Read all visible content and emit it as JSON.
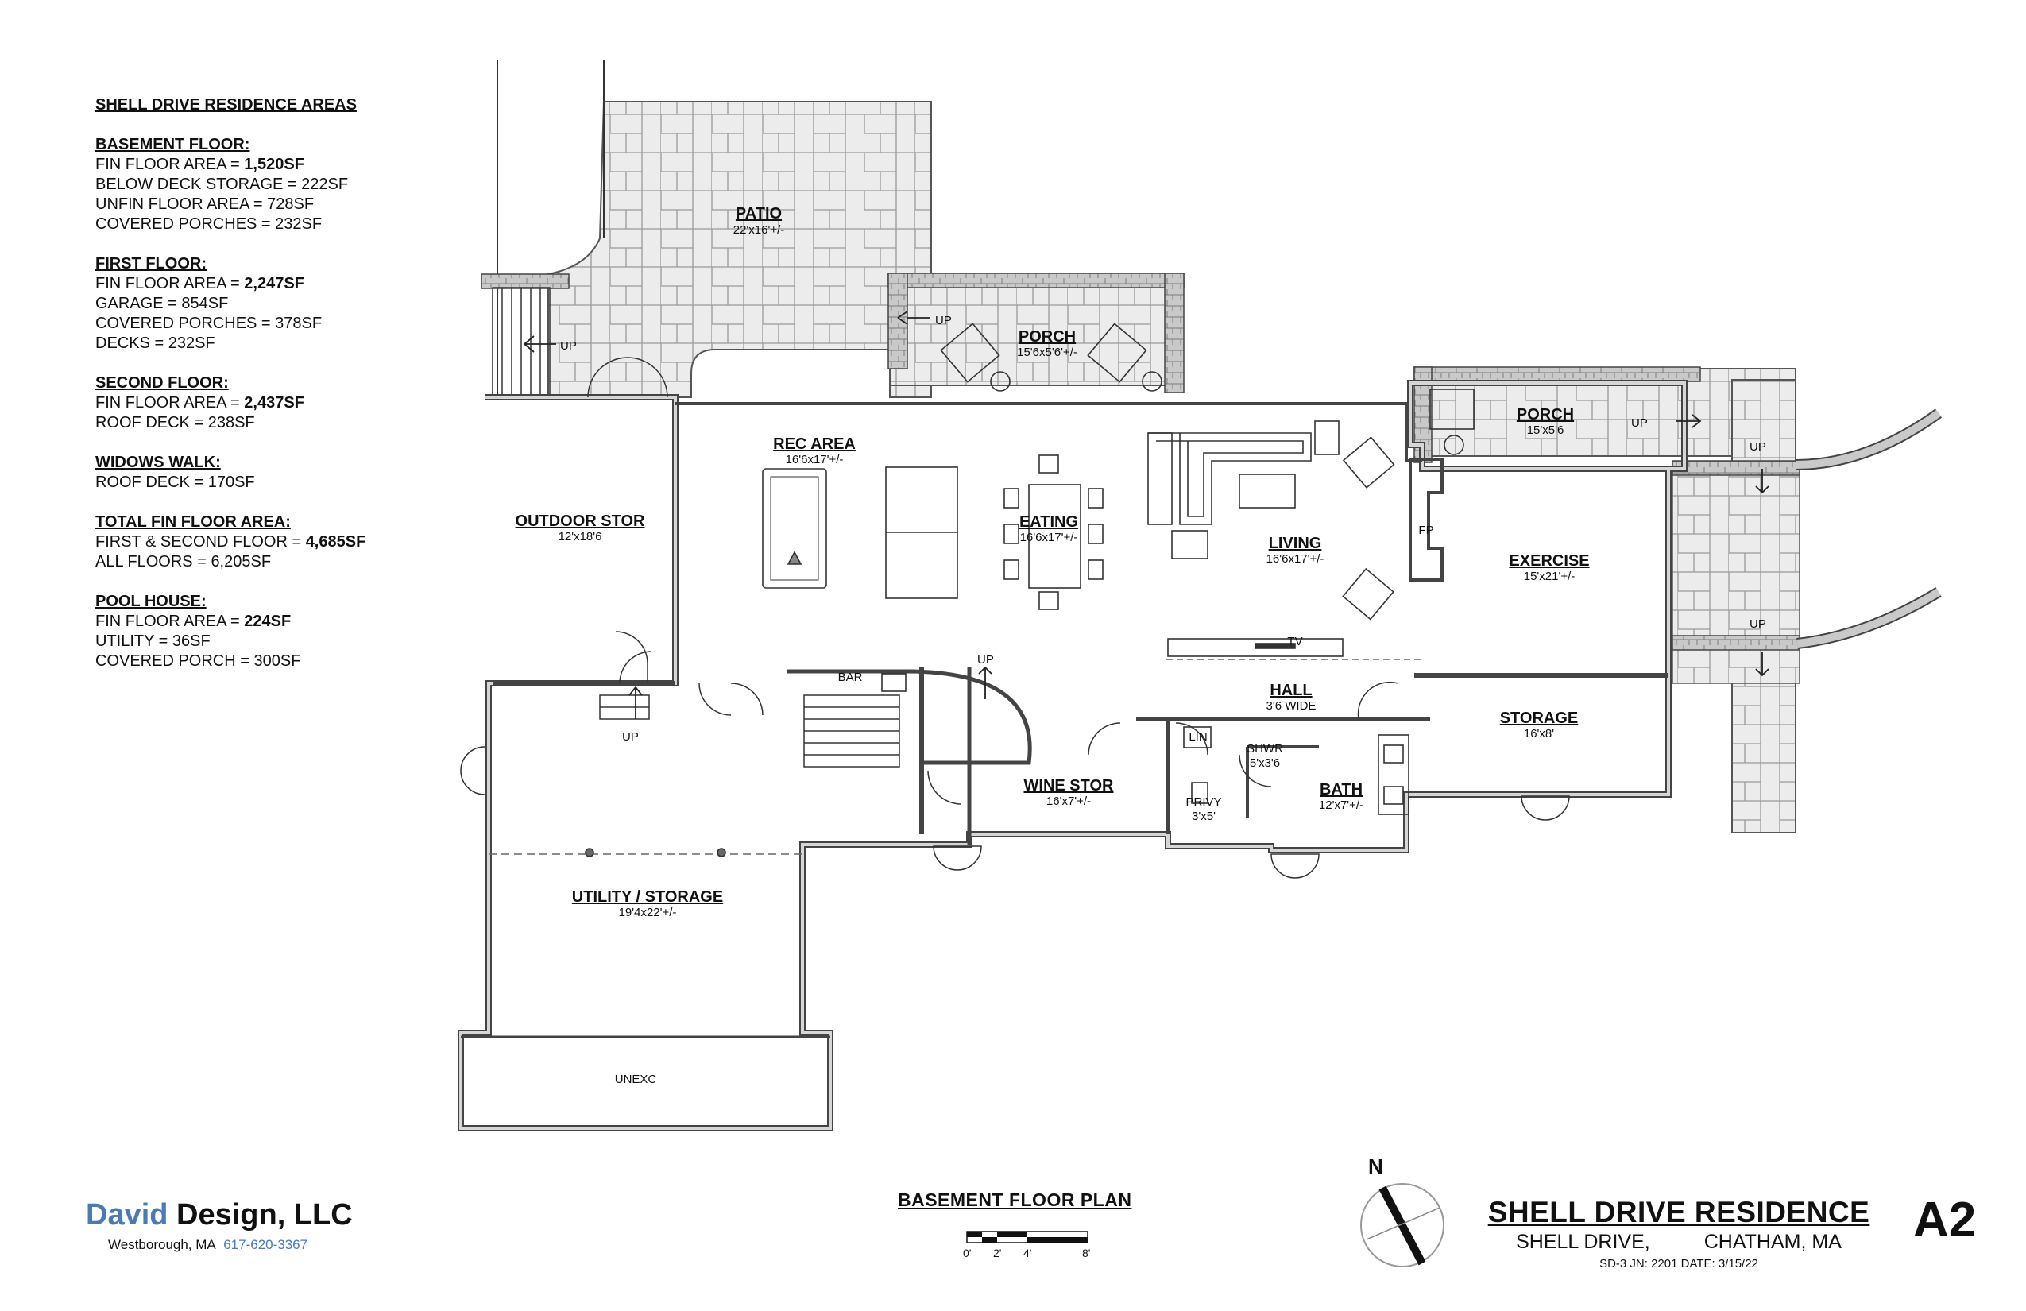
{
  "areas": {
    "title": "SHELL DRIVE RESIDENCE AREAS",
    "sections": [
      {
        "heading": "BASEMENT FLOOR:",
        "lines": [
          {
            "label": "FIN FLOOR AREA = ",
            "value": "1,520SF",
            "bold": true
          },
          {
            "label": "BELOW DECK STORAGE = ",
            "value": "222SF",
            "bold": false
          },
          {
            "label": "UNFIN FLOOR AREA = ",
            "value": "728SF",
            "bold": false
          },
          {
            "label": "COVERED PORCHES = ",
            "value": "232SF",
            "bold": false
          }
        ]
      },
      {
        "heading": "FIRST FLOOR:",
        "lines": [
          {
            "label": "FIN FLOOR AREA = ",
            "value": "2,247SF",
            "bold": true
          },
          {
            "label": "GARAGE = ",
            "value": "854SF",
            "bold": false
          },
          {
            "label": "COVERED PORCHES = ",
            "value": "378SF",
            "bold": false
          },
          {
            "label": "DECKS = ",
            "value": "232SF",
            "bold": false
          }
        ]
      },
      {
        "heading": "SECOND FLOOR:",
        "lines": [
          {
            "label": "FIN FLOOR AREA = ",
            "value": "2,437SF",
            "bold": true
          },
          {
            "label": "ROOF DECK = ",
            "value": "238SF",
            "bold": false
          }
        ]
      },
      {
        "heading": "WIDOWS WALK:",
        "lines": [
          {
            "label": "ROOF DECK = ",
            "value": "170SF",
            "bold": false
          }
        ]
      },
      {
        "heading": "TOTAL FIN FLOOR AREA:",
        "lines": [
          {
            "label": "FIRST & SECOND FLOOR = ",
            "value": "4,685SF",
            "bold": true
          },
          {
            "label": "ALL FLOORS = ",
            "value": "6,205SF",
            "bold": false
          }
        ]
      },
      {
        "heading": "POOL HOUSE:",
        "lines": [
          {
            "label": "FIN FLOOR AREA = ",
            "value": "224SF",
            "bold": true
          },
          {
            "label": "UTILITY = ",
            "value": "36SF",
            "bold": false
          },
          {
            "label": "COVERED PORCH = ",
            "value": "300SF",
            "bold": false
          }
        ]
      }
    ]
  },
  "rooms": {
    "patio": {
      "name": "PATIO",
      "dim": "22'x16'+/-"
    },
    "porch_west": {
      "name": "PORCH",
      "dim": "15'6x5'6'+/-"
    },
    "porch_east": {
      "name": "PORCH",
      "dim": "15'x5'6"
    },
    "rec_area": {
      "name": "REC AREA",
      "dim": "16'6x17'+/-"
    },
    "eating": {
      "name": "EATING",
      "dim": "16'6x17'+/-"
    },
    "living": {
      "name": "LIVING",
      "dim": "16'6x17'+/-"
    },
    "exercise": {
      "name": "EXERCISE",
      "dim": "15'x21'+/-"
    },
    "outdoor_stor": {
      "name": "OUTDOOR STOR",
      "dim": "12'x18'6"
    },
    "hall": {
      "name": "HALL",
      "dim": "3'6 WIDE"
    },
    "storage": {
      "name": "STORAGE",
      "dim": "16'x8'"
    },
    "wine_stor": {
      "name": "WINE STOR",
      "dim": "16'x7'+/-"
    },
    "bath": {
      "name": "BATH",
      "dim": "12'x7'+/-"
    },
    "utility": {
      "name": "UTILITY / STORAGE",
      "dim": "19'4x22'+/-"
    },
    "privy": {
      "name": "PRIVY",
      "dim": "3'x5'"
    },
    "shwr": {
      "name": "SHWR",
      "dim": "5'x3'6"
    }
  },
  "labels": {
    "lin": "LIN",
    "fp": "FP",
    "tv": "TV",
    "bar": "BAR",
    "unexc": "UNEXC",
    "up": "UP",
    "north": "N"
  },
  "scale": {
    "ticks": [
      "0'",
      "2'",
      "4'",
      "8'"
    ]
  },
  "plan_title": "BASEMENT FLOOR PLAN",
  "company": {
    "first": "David",
    "rest": " Design, LLC",
    "city": "Westborough, MA",
    "phone": "617-620-3367"
  },
  "titleblock": {
    "project": "SHELL DRIVE RESIDENCE",
    "street": "SHELL DRIVE,",
    "town": "CHATHAM, MA",
    "ref": "SD-3 JN: 2201  DATE: 3/15/22",
    "sheet": "A2"
  }
}
